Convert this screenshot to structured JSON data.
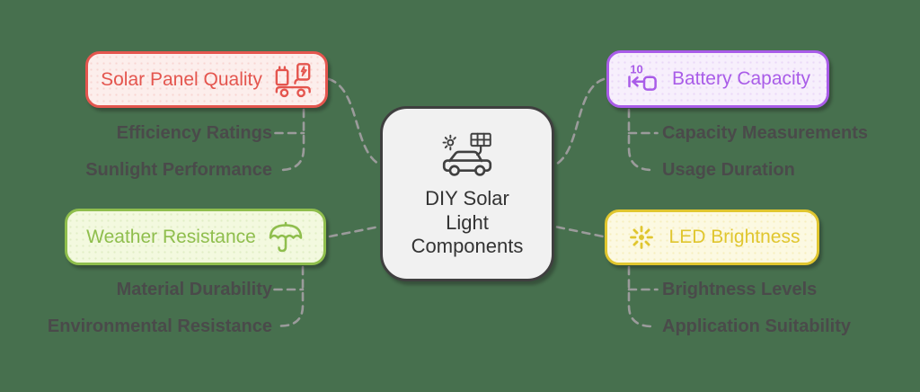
{
  "center": {
    "lines": [
      "DIY Solar",
      "Light",
      "Components"
    ],
    "icon": "solar-car-icon"
  },
  "branches": [
    {
      "id": "solar-panel-quality",
      "label": "Solar Panel Quality",
      "icon": "ev-charging-icon",
      "icon_side": "right",
      "color": "#E4554E",
      "bg": "#FCEEEC",
      "children": [
        "Efficiency Ratings",
        "Sunlight Performance"
      ]
    },
    {
      "id": "battery-capacity",
      "label": "Battery Capacity",
      "icon": "skip-back-10-icon",
      "icon_text": "10",
      "icon_side": "left",
      "color": "#A95CE8",
      "bg": "#F7EFFC",
      "children": [
        "Capacity Measurements",
        "Usage Duration"
      ]
    },
    {
      "id": "weather-resistance",
      "label": "Weather Resistance",
      "icon": "umbrella-icon",
      "icon_side": "right",
      "color": "#8FBE4D",
      "bg": "#F3F9DF",
      "children": [
        "Material Durability",
        "Environmental Resistance"
      ]
    },
    {
      "id": "led-brightness",
      "label": "LED Brightness",
      "icon": "brightness-rays-icon",
      "icon_side": "left",
      "color": "#E0C62F",
      "bg": "#FCF9E2",
      "children": [
        "Brightness Levels",
        "Application Suitability"
      ]
    }
  ],
  "colors": {
    "background": "#47704E",
    "connector": "#9B9B9B",
    "leaf_text": "#4A4A4A",
    "center_border": "#3F3F3F",
    "center_bg": "#F1F1F1",
    "center_text": "#333333"
  }
}
